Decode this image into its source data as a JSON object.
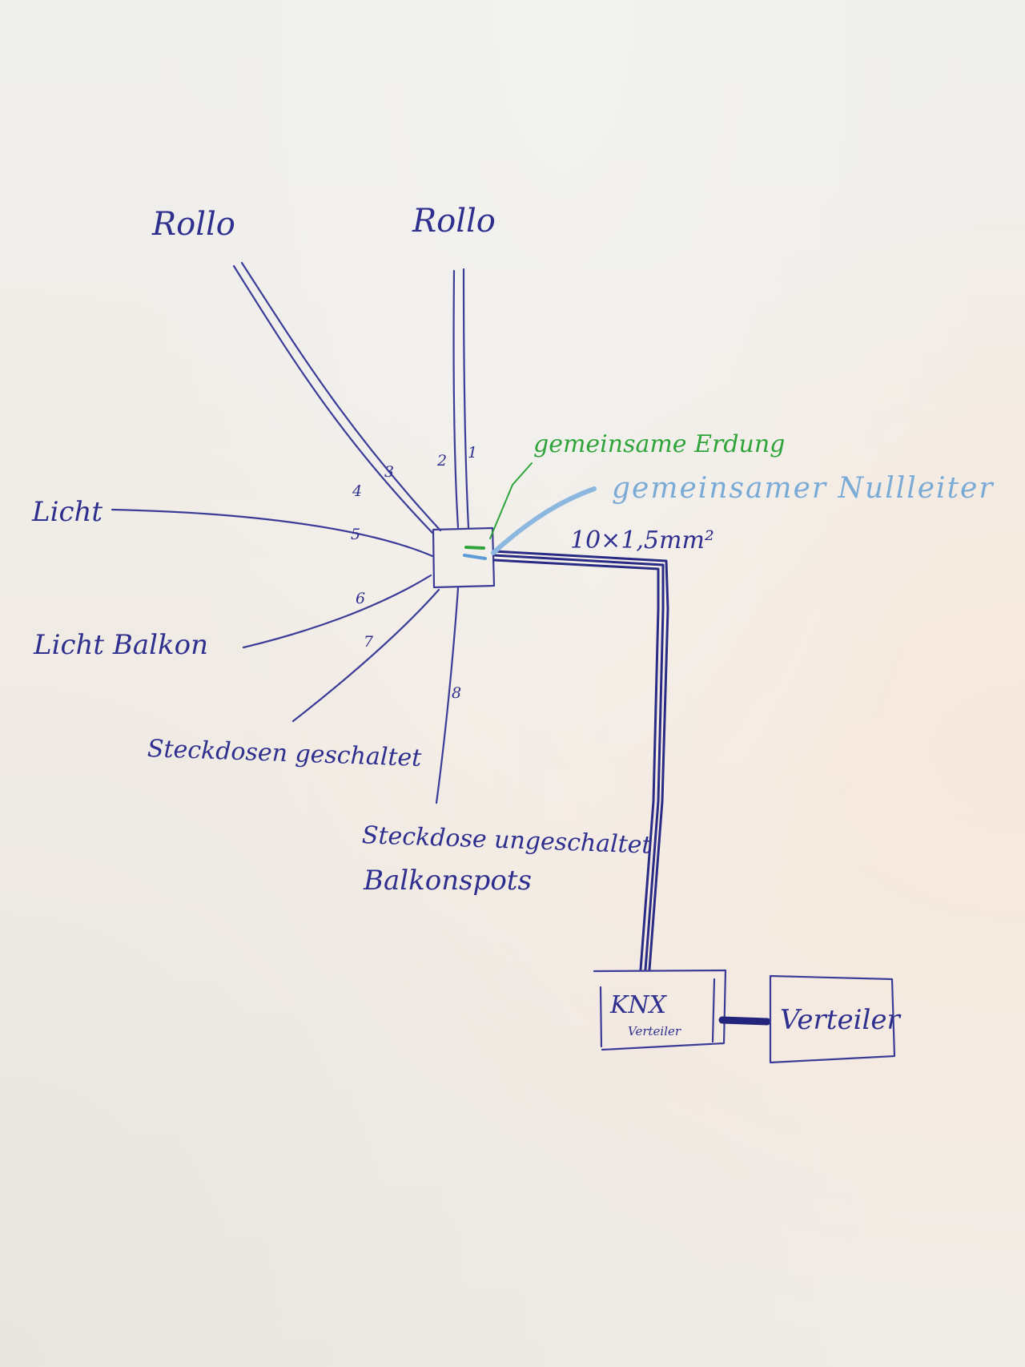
{
  "colors": {
    "ink": "#2e2f8e",
    "ground": "#2fa43a",
    "neutral": "#7aaad6"
  },
  "diagram": {
    "labels": {
      "rollo_left": "Rollo",
      "rollo_right": "Rollo",
      "licht": "Licht",
      "licht_balkon": "Licht Balkon",
      "steckdosen_geschaltet": "Steckdosen geschaltet",
      "steckdose_ungeschaltet": "Steckdose ungeschaltet",
      "balkonspots": "Balkonspots",
      "gemeinsame_erdung": "gemeinsame Erdung",
      "gemeinsamer_nullleiter": "gemeinsamer Nullleiter",
      "cable_spec": "10×1,5mm²",
      "knx_title": "KNX",
      "knx_subtitle": "Verteiler",
      "verteiler": "Verteiler"
    },
    "wire_numbers": [
      "1",
      "2",
      "3",
      "4",
      "5",
      "6",
      "7",
      "8"
    ]
  }
}
